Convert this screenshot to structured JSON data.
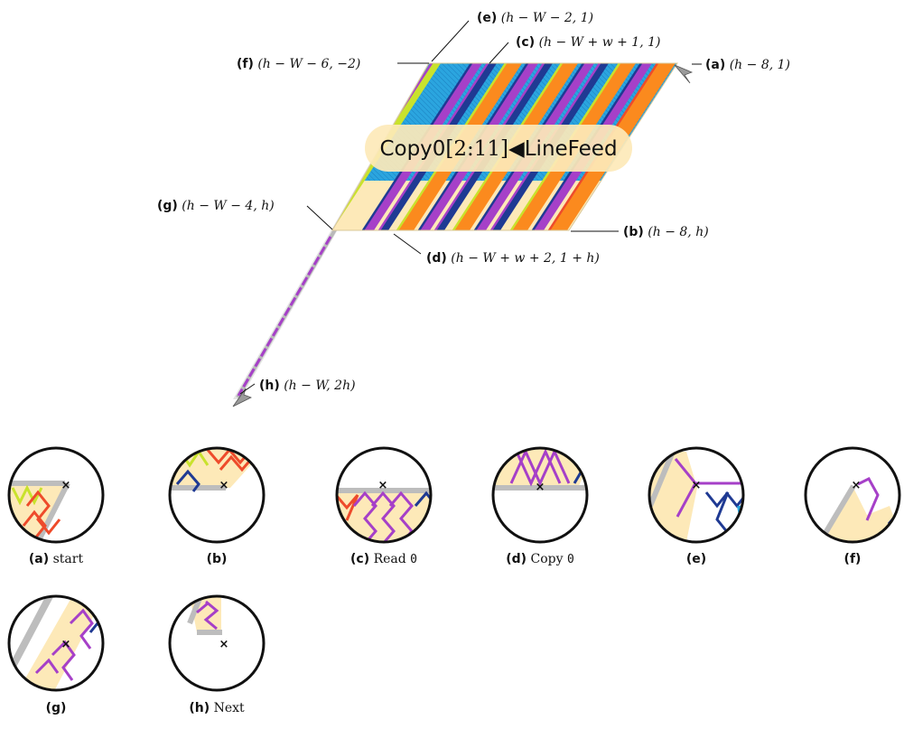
{
  "diagram": {
    "title": {
      "prefix": "Copy0",
      "range": "[2:11]",
      "suffix": "LineFeed",
      "glyph": "◀"
    },
    "points": [
      {
        "id": "e",
        "tag": "(e)",
        "coord": "(h − W − 2, 1)"
      },
      {
        "id": "c",
        "tag": "(c)",
        "coord": "(h − W + w + 1, 1)"
      },
      {
        "id": "f",
        "tag": "(f)",
        "coord": "(h − W − 6, −2)"
      },
      {
        "id": "a",
        "tag": "(a)",
        "coord": "(h − 8, 1)"
      },
      {
        "id": "g",
        "tag": "(g)",
        "coord": "(h − W − 4, h)"
      },
      {
        "id": "b",
        "tag": "(b)",
        "coord": "(h − 8, h)"
      },
      {
        "id": "d",
        "tag": "(d)",
        "coord": "(h − W + w + 2, 1 + h)"
      },
      {
        "id": "h",
        "tag": "(h)",
        "coord": "(h − W, 2h)"
      }
    ]
  },
  "panels": [
    {
      "id": "a",
      "tag": "(a)",
      "caption": "start",
      "mono": ""
    },
    {
      "id": "b",
      "tag": "(b)",
      "caption": "",
      "mono": ""
    },
    {
      "id": "c",
      "tag": "(c)",
      "caption": "Read ",
      "mono": "0"
    },
    {
      "id": "d",
      "tag": "(d)",
      "caption": "Copy ",
      "mono": "0"
    },
    {
      "id": "e",
      "tag": "(e)",
      "caption": "",
      "mono": ""
    },
    {
      "id": "f",
      "tag": "(f)",
      "caption": "",
      "mono": ""
    },
    {
      "id": "g",
      "tag": "(g)",
      "caption": "",
      "mono": ""
    },
    {
      "id": "h",
      "tag": "(h)",
      "caption": "Next",
      "mono": ""
    }
  ],
  "colors": {
    "blue": "#29a8e0",
    "cream": "#fde9b8",
    "orange": "#fb8a1e",
    "purple": "#a640c8",
    "navy": "#1f3a93",
    "red": "#ee4b2b",
    "lime": "#c9e22c",
    "grey": "#bdbdbd"
  }
}
